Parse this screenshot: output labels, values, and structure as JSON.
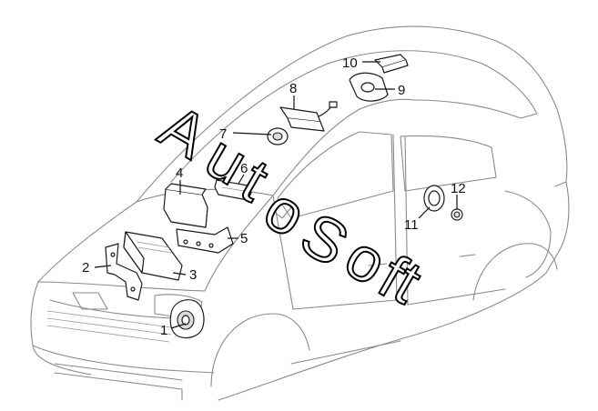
{
  "callouts": [
    "1",
    "2",
    "3",
    "4",
    "5",
    "6",
    "7",
    "8",
    "9",
    "10",
    "11",
    "12"
  ],
  "watermark": {
    "letters": [
      "A",
      "u",
      "t",
      "o",
      "S",
      "o",
      "f",
      "t"
    ]
  }
}
